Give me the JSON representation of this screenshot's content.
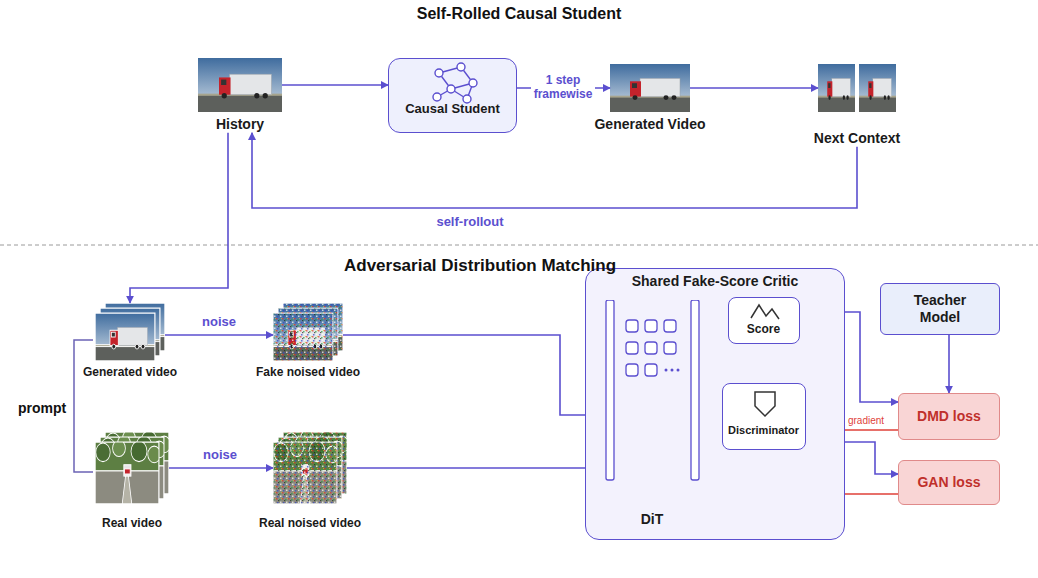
{
  "diagram": {
    "title": "Self-Rolled Causal Student",
    "nodes": [
      {
        "text": [
          "History"
        ]
      },
      {
        "text": [
          "Causal Student"
        ]
      },
      {
        "text": [
          "Generated Video"
        ]
      },
      {
        "text": [
          "Next Context"
        ]
      },
      {
        "text": [
          "Generated video"
        ]
      },
      {
        "text": [
          "Real video"
        ]
      },
      {
        "text": [
          "Fake noised video"
        ]
      },
      {
        "text": [
          "Real noised video"
        ]
      },
      {
        "text": [
          "Shared Fake-Score Critic"
        ]
      },
      {
        "text": [
          "DiT"
        ],
        "in": 8
      },
      {
        "text": [
          "Score"
        ],
        "in": 8
      },
      {
        "text": [
          "Discriminator"
        ],
        "in": 8
      },
      {
        "text": [
          "Teacher Model"
        ]
      },
      {
        "text": [
          "DMD loss"
        ]
      },
      {
        "text": [
          "GAN loss"
        ]
      }
    ],
    "edges": [
      {
        "from": 0,
        "to": 1,
        "arrow": "to"
      },
      {
        "from": 1,
        "to": 2,
        "label": "1 step framewise",
        "arrow": "to"
      },
      {
        "from": 2,
        "to": 3,
        "arrow": "to"
      },
      {
        "from": 3,
        "to": 0,
        "label": "self-rollout",
        "arrow": "to"
      },
      {
        "from": 0,
        "to": 4,
        "arrow": "to"
      },
      {
        "from": 4,
        "to": 6,
        "label": "noise",
        "arrow": "to"
      },
      {
        "from": 5,
        "to": 7,
        "label": "noise",
        "arrow": "to"
      },
      {
        "from": 6,
        "to": 9,
        "arrow": "to"
      },
      {
        "from": 7,
        "to": 9,
        "arrow": "to"
      },
      {
        "from": 9,
        "to": 10,
        "arrow": "to"
      },
      {
        "from": 10,
        "to": 9,
        "arrow": "to"
      },
      {
        "from": 9,
        "to": 11,
        "arrow": "to"
      },
      {
        "from": 11,
        "to": 9,
        "arrow": "to"
      },
      {
        "from": 10,
        "to": 13,
        "arrow": "to"
      },
      {
        "from": 13,
        "to": 10,
        "label": "gradient",
        "arrow": "to"
      },
      {
        "from": 11,
        "to": 14,
        "arrow": "to"
      },
      {
        "from": 14,
        "to": 11,
        "arrow": "to"
      },
      {
        "from": 12,
        "to": 13,
        "arrow": "to"
      }
    ],
    "labels": [
      "Adversarial Distribution Matching",
      "prompt"
    ]
  }
}
